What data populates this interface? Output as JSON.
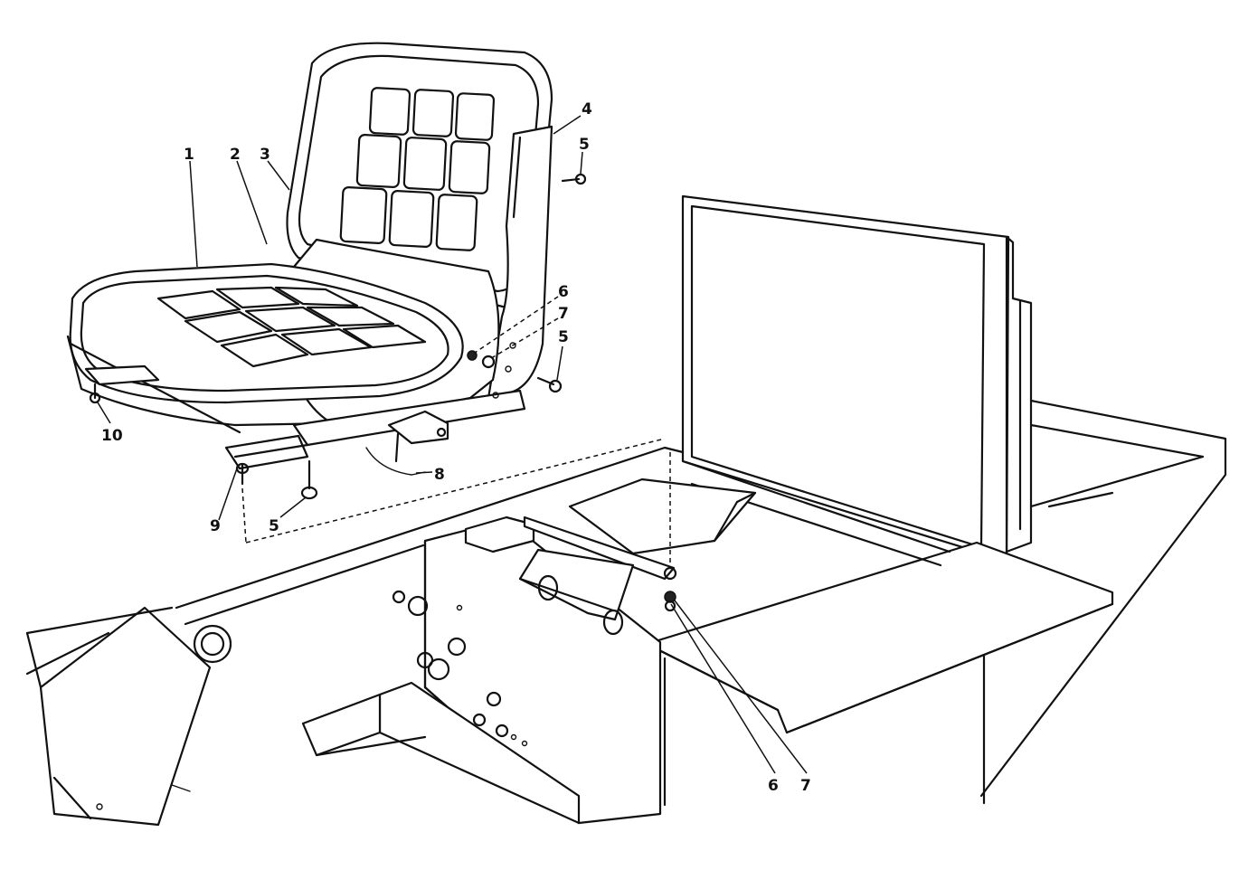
{
  "diagram": {
    "callouts": [
      {
        "id": "c1",
        "label": "1"
      },
      {
        "id": "c2",
        "label": "2"
      },
      {
        "id": "c3",
        "label": "3"
      },
      {
        "id": "c4",
        "label": "4"
      },
      {
        "id": "c5a",
        "label": "5"
      },
      {
        "id": "c6a",
        "label": "6"
      },
      {
        "id": "c7a",
        "label": "7"
      },
      {
        "id": "c5b",
        "label": "5"
      },
      {
        "id": "c10",
        "label": "10"
      },
      {
        "id": "c8",
        "label": "8"
      },
      {
        "id": "c9",
        "label": "9"
      },
      {
        "id": "c5c",
        "label": "5"
      },
      {
        "id": "c6b",
        "label": "6"
      },
      {
        "id": "c7b",
        "label": "7"
      }
    ]
  }
}
